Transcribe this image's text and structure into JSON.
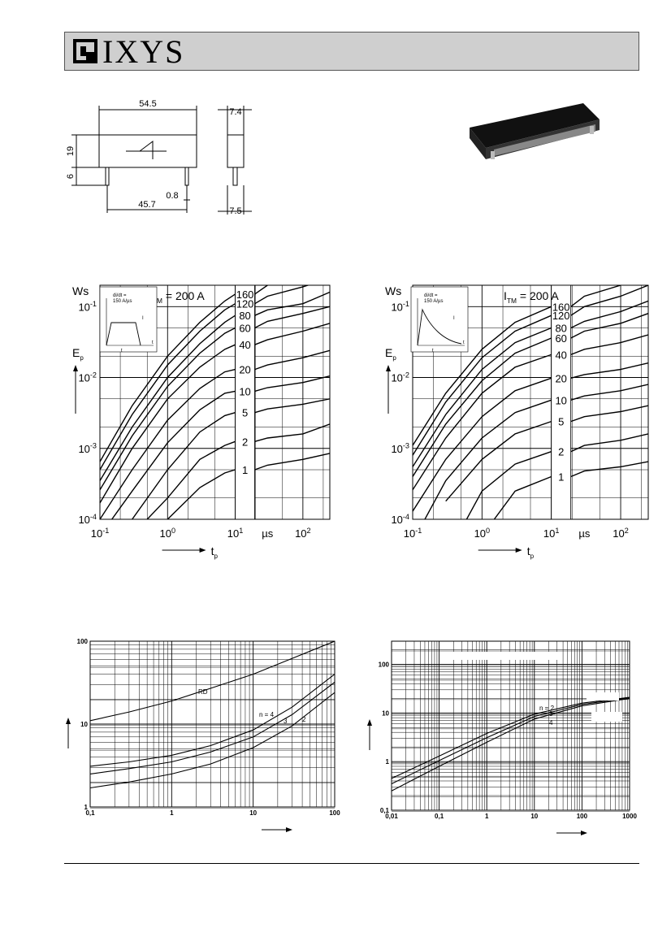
{
  "brand": {
    "name": "IXYS"
  },
  "drawing": {
    "dim_top": "54.5",
    "dim_body_h": "19",
    "dim_pin_h": "6",
    "dim_pin_w": "0.8",
    "dim_pitch": "45.7",
    "dim_side_top": "7.4",
    "dim_side_bottom": "7.5"
  },
  "chart_data": [
    {
      "type": "line",
      "unit_y": "Ws",
      "ylabel": "E",
      "ylabel_sub": "p",
      "xlabel": "t",
      "xlabel_sub": "p",
      "unit_x": "µs",
      "log_x": true,
      "log_y": true,
      "xlim": [
        0.1,
        250
      ],
      "ylim": [
        0.0001,
        0.2
      ],
      "x_ticks": [
        {
          "b": "10",
          "e": "-1"
        },
        {
          "b": "10",
          "e": "0"
        },
        {
          "b": "10",
          "e": "1"
        },
        {
          "b": "10",
          "e": "2"
        }
      ],
      "y_ticks": [
        {
          "b": "10",
          "e": "-1"
        },
        {
          "b": "10",
          "e": "-2"
        },
        {
          "b": "10",
          "e": "-3"
        },
        {
          "b": "10",
          "e": "-4"
        }
      ],
      "annotation": {
        "main": "I",
        "sub": "TM",
        "rest": " = 200 A"
      },
      "inset": {
        "text1": "di/dt =",
        "text2": "150 A/µs",
        "label_t": "t",
        "label_tp": "t",
        "label_i": "I"
      },
      "series": [
        {
          "name": "160",
          "x": [
            0.1,
            0.3,
            1,
            3,
            7,
            10,
            30,
            100,
            250
          ],
          "y": [
            0.00065,
            0.004,
            0.02,
            0.06,
            0.12,
            0.15,
            0.2,
            0.25,
            0.3
          ]
        },
        {
          "name": "120",
          "x": [
            0.1,
            0.3,
            1,
            3,
            7,
            10,
            30,
            100,
            250
          ],
          "y": [
            0.0005,
            0.003,
            0.015,
            0.045,
            0.09,
            0.11,
            0.14,
            0.19,
            0.25
          ]
        },
        {
          "name": "80",
          "x": [
            0.1,
            0.3,
            1,
            3,
            7,
            10,
            30,
            100,
            250
          ],
          "y": [
            0.00035,
            0.002,
            0.01,
            0.03,
            0.06,
            0.075,
            0.09,
            0.11,
            0.16
          ]
        },
        {
          "name": "60",
          "x": [
            0.1,
            0.3,
            1,
            3,
            7,
            10,
            30,
            100,
            250
          ],
          "y": [
            0.00026,
            0.0015,
            0.0075,
            0.022,
            0.042,
            0.05,
            0.062,
            0.08,
            0.1
          ]
        },
        {
          "name": "40",
          "x": [
            0.1,
            0.3,
            1,
            3,
            7,
            10,
            30,
            100,
            250
          ],
          "y": [
            0.00017,
            0.001,
            0.005,
            0.014,
            0.025,
            0.029,
            0.034,
            0.045,
            0.058
          ]
        },
        {
          "name": "20",
          "x": [
            0.1,
            0.3,
            1,
            3,
            7,
            10,
            30,
            100,
            250
          ],
          "y": [
            0.0001,
            0.0005,
            0.0025,
            0.007,
            0.012,
            0.013,
            0.015,
            0.019,
            0.024
          ]
        },
        {
          "name": "10",
          "x": [
            0.15,
            0.3,
            1,
            3,
            7,
            10,
            30,
            100,
            250
          ],
          "y": [
            0.0001,
            0.00025,
            0.0012,
            0.0035,
            0.006,
            0.0064,
            0.0072,
            0.0085,
            0.0105
          ]
        },
        {
          "name": "5",
          "x": [
            0.3,
            1,
            3,
            7,
            10,
            30,
            100,
            250
          ],
          "y": [
            0.0001,
            0.0005,
            0.0017,
            0.0029,
            0.0032,
            0.0036,
            0.0042,
            0.005
          ]
        },
        {
          "name": "2",
          "x": [
            0.5,
            1,
            3,
            7,
            10,
            30,
            100,
            250
          ],
          "y": [
            0.0001,
            0.0002,
            0.0007,
            0.0011,
            0.00125,
            0.0014,
            0.0016,
            0.0022
          ]
        },
        {
          "name": "1",
          "x": [
            1,
            3,
            7,
            10,
            30,
            100,
            250
          ],
          "y": [
            0.0001,
            0.00028,
            0.00045,
            0.0005,
            0.00058,
            0.0007,
            0.00085
          ]
        }
      ]
    },
    {
      "type": "line",
      "unit_y": "Ws",
      "ylabel": "E",
      "ylabel_sub": "p",
      "xlabel": "t",
      "xlabel_sub": "p",
      "unit_x": "µs",
      "log_x": true,
      "log_y": true,
      "xlim": [
        0.1,
        250
      ],
      "ylim": [
        0.0001,
        0.2
      ],
      "x_ticks": [
        {
          "b": "10",
          "e": "-1"
        },
        {
          "b": "10",
          "e": "0"
        },
        {
          "b": "10",
          "e": "1"
        },
        {
          "b": "10",
          "e": "2"
        }
      ],
      "y_ticks": [
        {
          "b": "10",
          "e": "-1"
        },
        {
          "b": "10",
          "e": "-2"
        },
        {
          "b": "10",
          "e": "-3"
        },
        {
          "b": "10",
          "e": "-4"
        }
      ],
      "annotation": {
        "main": "I",
        "sub": "TM",
        "rest": " = 200 A"
      },
      "inset": {
        "text1": "di/dt =",
        "text2": "150 A/µs",
        "label_t": "t",
        "label_tp": "t",
        "label_i": "I"
      },
      "series": [
        {
          "name": "160",
          "x": [
            0.1,
            0.3,
            1,
            3,
            10,
            30,
            100,
            250
          ],
          "y": [
            0.0011,
            0.006,
            0.025,
            0.06,
            0.1,
            0.14,
            0.2,
            0.26
          ]
        },
        {
          "name": "120",
          "x": [
            0.1,
            0.3,
            1,
            3,
            10,
            30,
            100,
            250
          ],
          "y": [
            0.0008,
            0.0045,
            0.019,
            0.045,
            0.075,
            0.1,
            0.14,
            0.2
          ]
        },
        {
          "name": "80",
          "x": [
            0.1,
            0.3,
            1,
            3,
            10,
            30,
            100,
            250
          ],
          "y": [
            0.00055,
            0.003,
            0.013,
            0.031,
            0.05,
            0.062,
            0.085,
            0.12
          ]
        },
        {
          "name": "60",
          "x": [
            0.1,
            0.3,
            1,
            3,
            10,
            30,
            100,
            250
          ],
          "y": [
            0.0004,
            0.0022,
            0.009,
            0.022,
            0.036,
            0.045,
            0.058,
            0.08
          ]
        },
        {
          "name": "40",
          "x": [
            0.1,
            0.3,
            1,
            3,
            10,
            30,
            100,
            250
          ],
          "y": [
            0.00026,
            0.0014,
            0.006,
            0.014,
            0.021,
            0.025,
            0.031,
            0.04
          ]
        },
        {
          "name": "20",
          "x": [
            0.1,
            0.3,
            1,
            3,
            10,
            30,
            100,
            250
          ],
          "y": [
            0.00013,
            0.0007,
            0.0028,
            0.0065,
            0.0098,
            0.011,
            0.013,
            0.016
          ]
        },
        {
          "name": "10",
          "x": [
            0.15,
            0.3,
            1,
            3,
            10,
            30,
            100,
            250
          ],
          "y": [
            0.0001,
            0.00035,
            0.0014,
            0.0032,
            0.0048,
            0.0055,
            0.0065,
            0.008
          ]
        },
        {
          "name": "5",
          "x": [
            0.3,
            1,
            3,
            10,
            30,
            100,
            250
          ],
          "y": [
            0.00018,
            0.0007,
            0.0016,
            0.0024,
            0.0028,
            0.0033,
            0.004
          ]
        },
        {
          "name": "2",
          "x": [
            0.6,
            1,
            3,
            10,
            30,
            100,
            250
          ],
          "y": [
            0.0001,
            0.00025,
            0.0006,
            0.0009,
            0.0011,
            0.0013,
            0.0016
          ]
        },
        {
          "name": "1",
          "x": [
            1.5,
            3,
            10,
            30,
            100,
            250
          ],
          "y": [
            0.0001,
            0.00025,
            0.0004,
            0.00048,
            0.00055,
            0.00065
          ]
        }
      ]
    },
    {
      "type": "line",
      "log_x": true,
      "log_y": true,
      "xlim": [
        0.1,
        100
      ],
      "ylim": [
        1,
        100
      ],
      "x_tick_labels": [
        "0,1",
        "1",
        "10",
        "100"
      ],
      "y_tick_labels": [
        "1",
        "10",
        "100"
      ],
      "series": [
        {
          "name": "RD",
          "x": [
            0.1,
            0.3,
            1,
            3,
            10,
            30,
            100
          ],
          "y": [
            11,
            14,
            19,
            27,
            40,
            62,
            100
          ]
        },
        {
          "name": "n = 4",
          "x": [
            0.1,
            0.3,
            1,
            3,
            10,
            30,
            100
          ],
          "y": [
            3.1,
            3.5,
            4.2,
            5.5,
            8.5,
            16,
            40
          ]
        },
        {
          "name": "3",
          "x": [
            0.1,
            0.3,
            1,
            3,
            10,
            30,
            100
          ],
          "y": [
            2.5,
            2.9,
            3.5,
            4.6,
            7,
            13,
            32
          ]
        },
        {
          "name": "2",
          "x": [
            0.1,
            0.3,
            1,
            3,
            10,
            30,
            100
          ],
          "y": [
            1.7,
            2,
            2.5,
            3.3,
            5.2,
            9.5,
            24
          ]
        }
      ]
    },
    {
      "type": "line",
      "log_x": true,
      "log_y": true,
      "xlim": [
        0.01,
        1000
      ],
      "ylim": [
        0.1,
        300
      ],
      "x_tick_labels": [
        "0,01",
        "0,1",
        "1",
        "10",
        "100",
        "1000"
      ],
      "y_tick_labels": [
        "0,1",
        "1",
        "10",
        "100"
      ],
      "series": [
        {
          "name": "n = 2",
          "x": [
            0.01,
            0.1,
            1,
            10,
            100,
            1000
          ],
          "y": [
            0.45,
            1.3,
            3.8,
            9.5,
            16,
            21
          ]
        },
        {
          "name": "3",
          "x": [
            0.01,
            0.1,
            1,
            10,
            100,
            1000
          ],
          "y": [
            0.35,
            1.05,
            3.1,
            8.5,
            15,
            20.5
          ]
        },
        {
          "name": "4",
          "x": [
            0.01,
            0.1,
            1,
            10,
            100,
            1000
          ],
          "y": [
            0.25,
            0.8,
            2.5,
            7.5,
            14,
            20
          ]
        }
      ]
    }
  ]
}
